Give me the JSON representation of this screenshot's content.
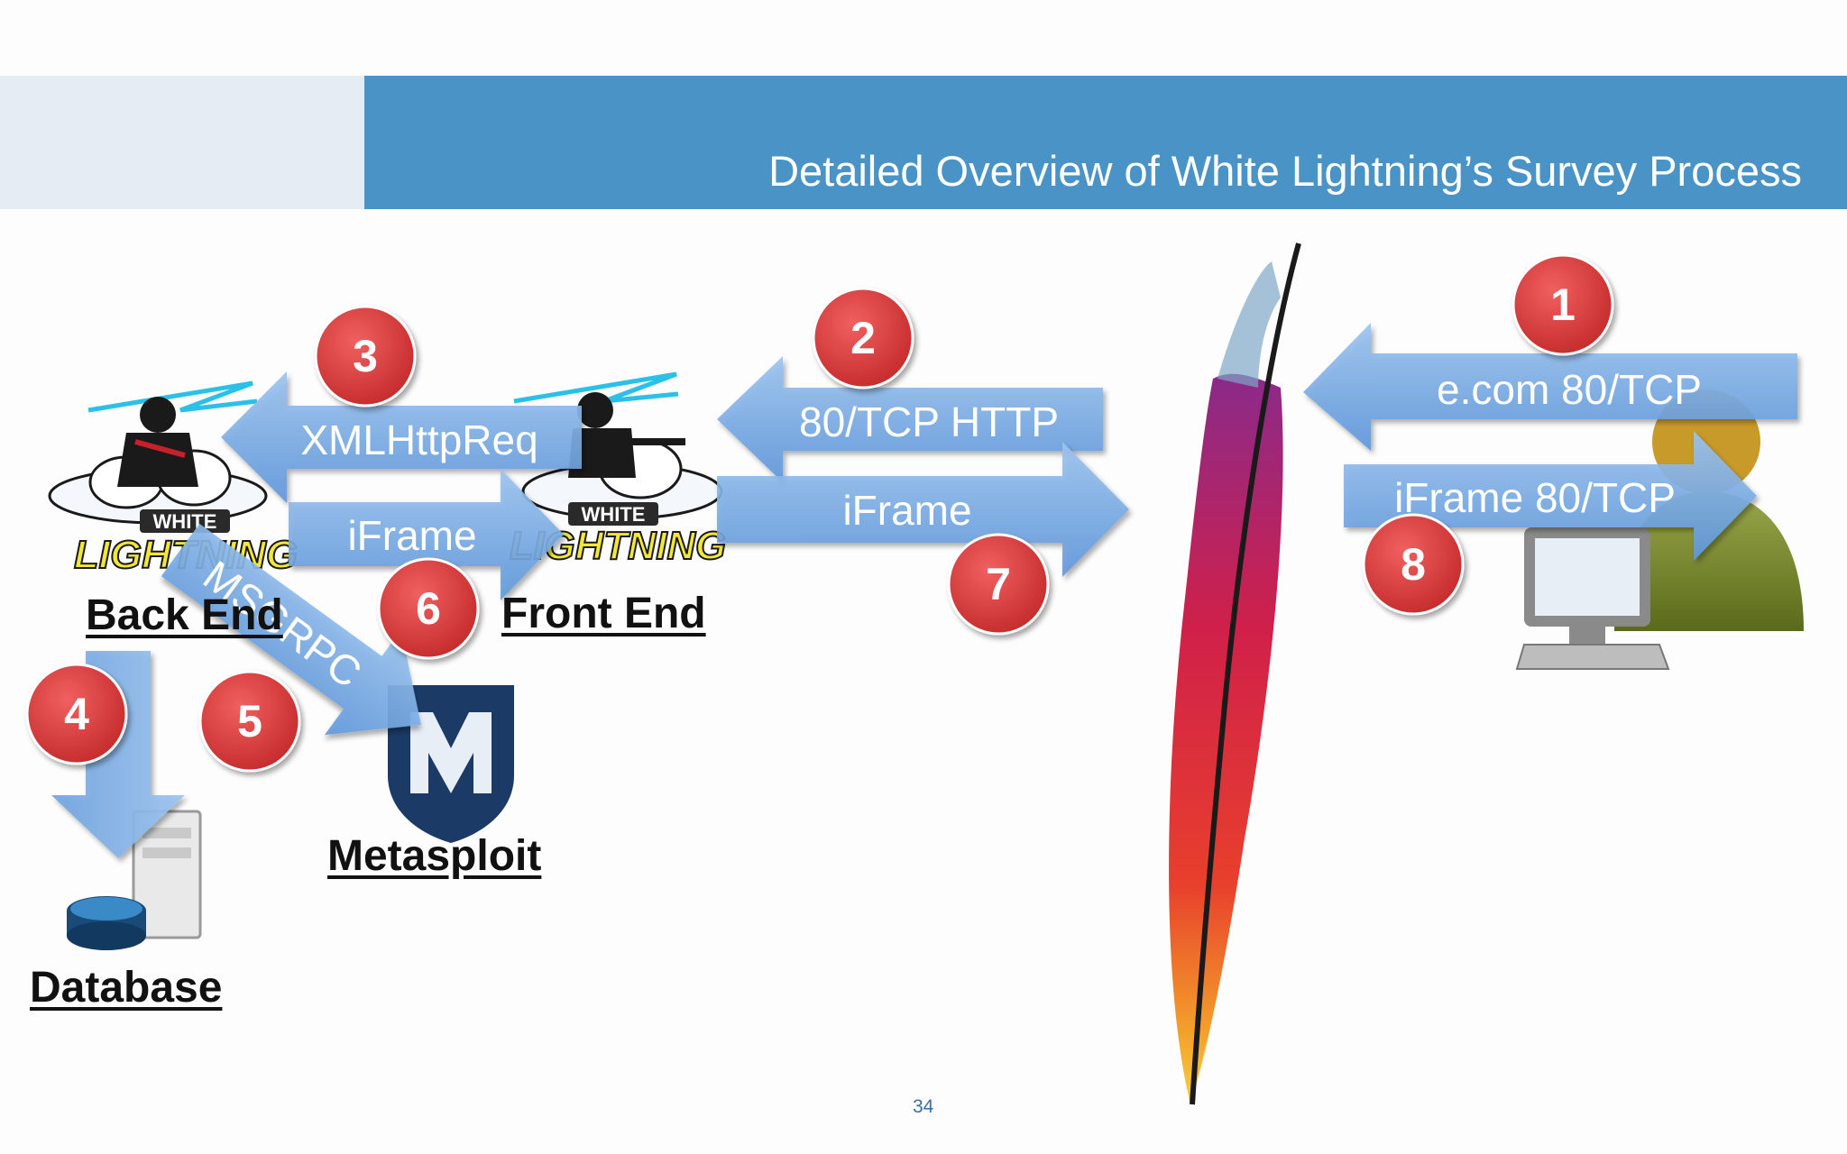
{
  "slide": {
    "title": "Detailed Overview of White Lightning’s Survey Process",
    "page_number": "34"
  },
  "nodes": {
    "backend": {
      "label": "Back End",
      "logo_top": "WHITE",
      "logo_bottom": "LIGHTNING"
    },
    "frontend": {
      "label": "Front End",
      "logo_top": "WHITE",
      "logo_bottom": "LIGHTNING"
    },
    "database": {
      "label": "Database"
    },
    "metasploit": {
      "label": "Metasploit"
    }
  },
  "steps": [
    {
      "number": "1",
      "label": "e.com 80/TCP"
    },
    {
      "number": "2",
      "label": "80/TCP HTTP"
    },
    {
      "number": "3",
      "label": "XMLHttpReq"
    },
    {
      "number": "4",
      "label": ""
    },
    {
      "number": "5",
      "label": "MSGRPC"
    },
    {
      "number": "6",
      "label": "iFrame"
    },
    {
      "number": "7",
      "label": "iFrame"
    },
    {
      "number": "8",
      "label": "iFrame 80/TCP"
    }
  ],
  "icons": [
    "ninja-logo-icon",
    "database-server-icon",
    "metasploit-logo-icon",
    "apache-feather-icon",
    "user-computer-icon"
  ],
  "colors": {
    "header_bar": "#4a93c6",
    "header_left": "#e6ecf4",
    "arrow_fill": "#7aaee8",
    "badge_red": "#d63a3a"
  }
}
